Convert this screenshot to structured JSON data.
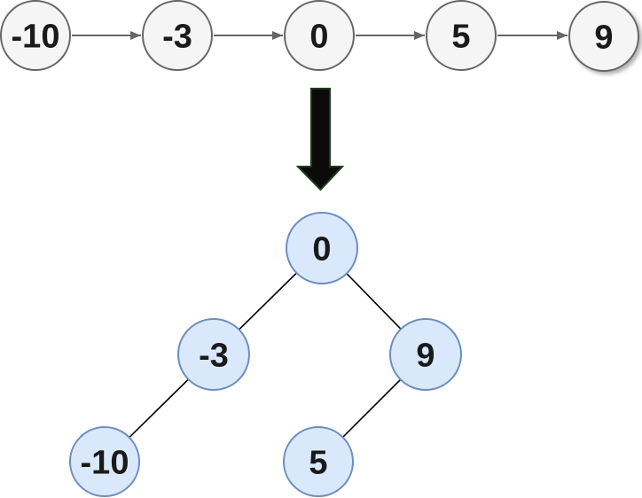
{
  "diagram": {
    "linked_list": {
      "nodes": [
        {
          "label": "-10"
        },
        {
          "label": "-3"
        },
        {
          "label": "0"
        },
        {
          "label": "5"
        },
        {
          "label": "9"
        }
      ]
    },
    "transform_arrow": {
      "icon": "down-arrow-icon"
    },
    "tree": {
      "nodes": [
        {
          "label": "0"
        },
        {
          "label": "-3"
        },
        {
          "label": "9"
        },
        {
          "label": "-10"
        },
        {
          "label": "5"
        }
      ],
      "edges": [
        [
          "0",
          "-3"
        ],
        [
          "0",
          "9"
        ],
        [
          "-3",
          "-10"
        ],
        [
          "9",
          "5"
        ]
      ]
    },
    "colors": {
      "list_node_fill": "#f5f5f5",
      "list_node_stroke": "#666666",
      "list_arrow": "#666666",
      "tree_node_fill": "#dae8fc",
      "tree_node_stroke": "#6c8ebf",
      "tree_edge": "#000000",
      "big_arrow_fill": "#0b0b0b",
      "big_arrow_outline": "#20391f",
      "text": "#1a1a1a",
      "background": "#ffffff"
    }
  }
}
